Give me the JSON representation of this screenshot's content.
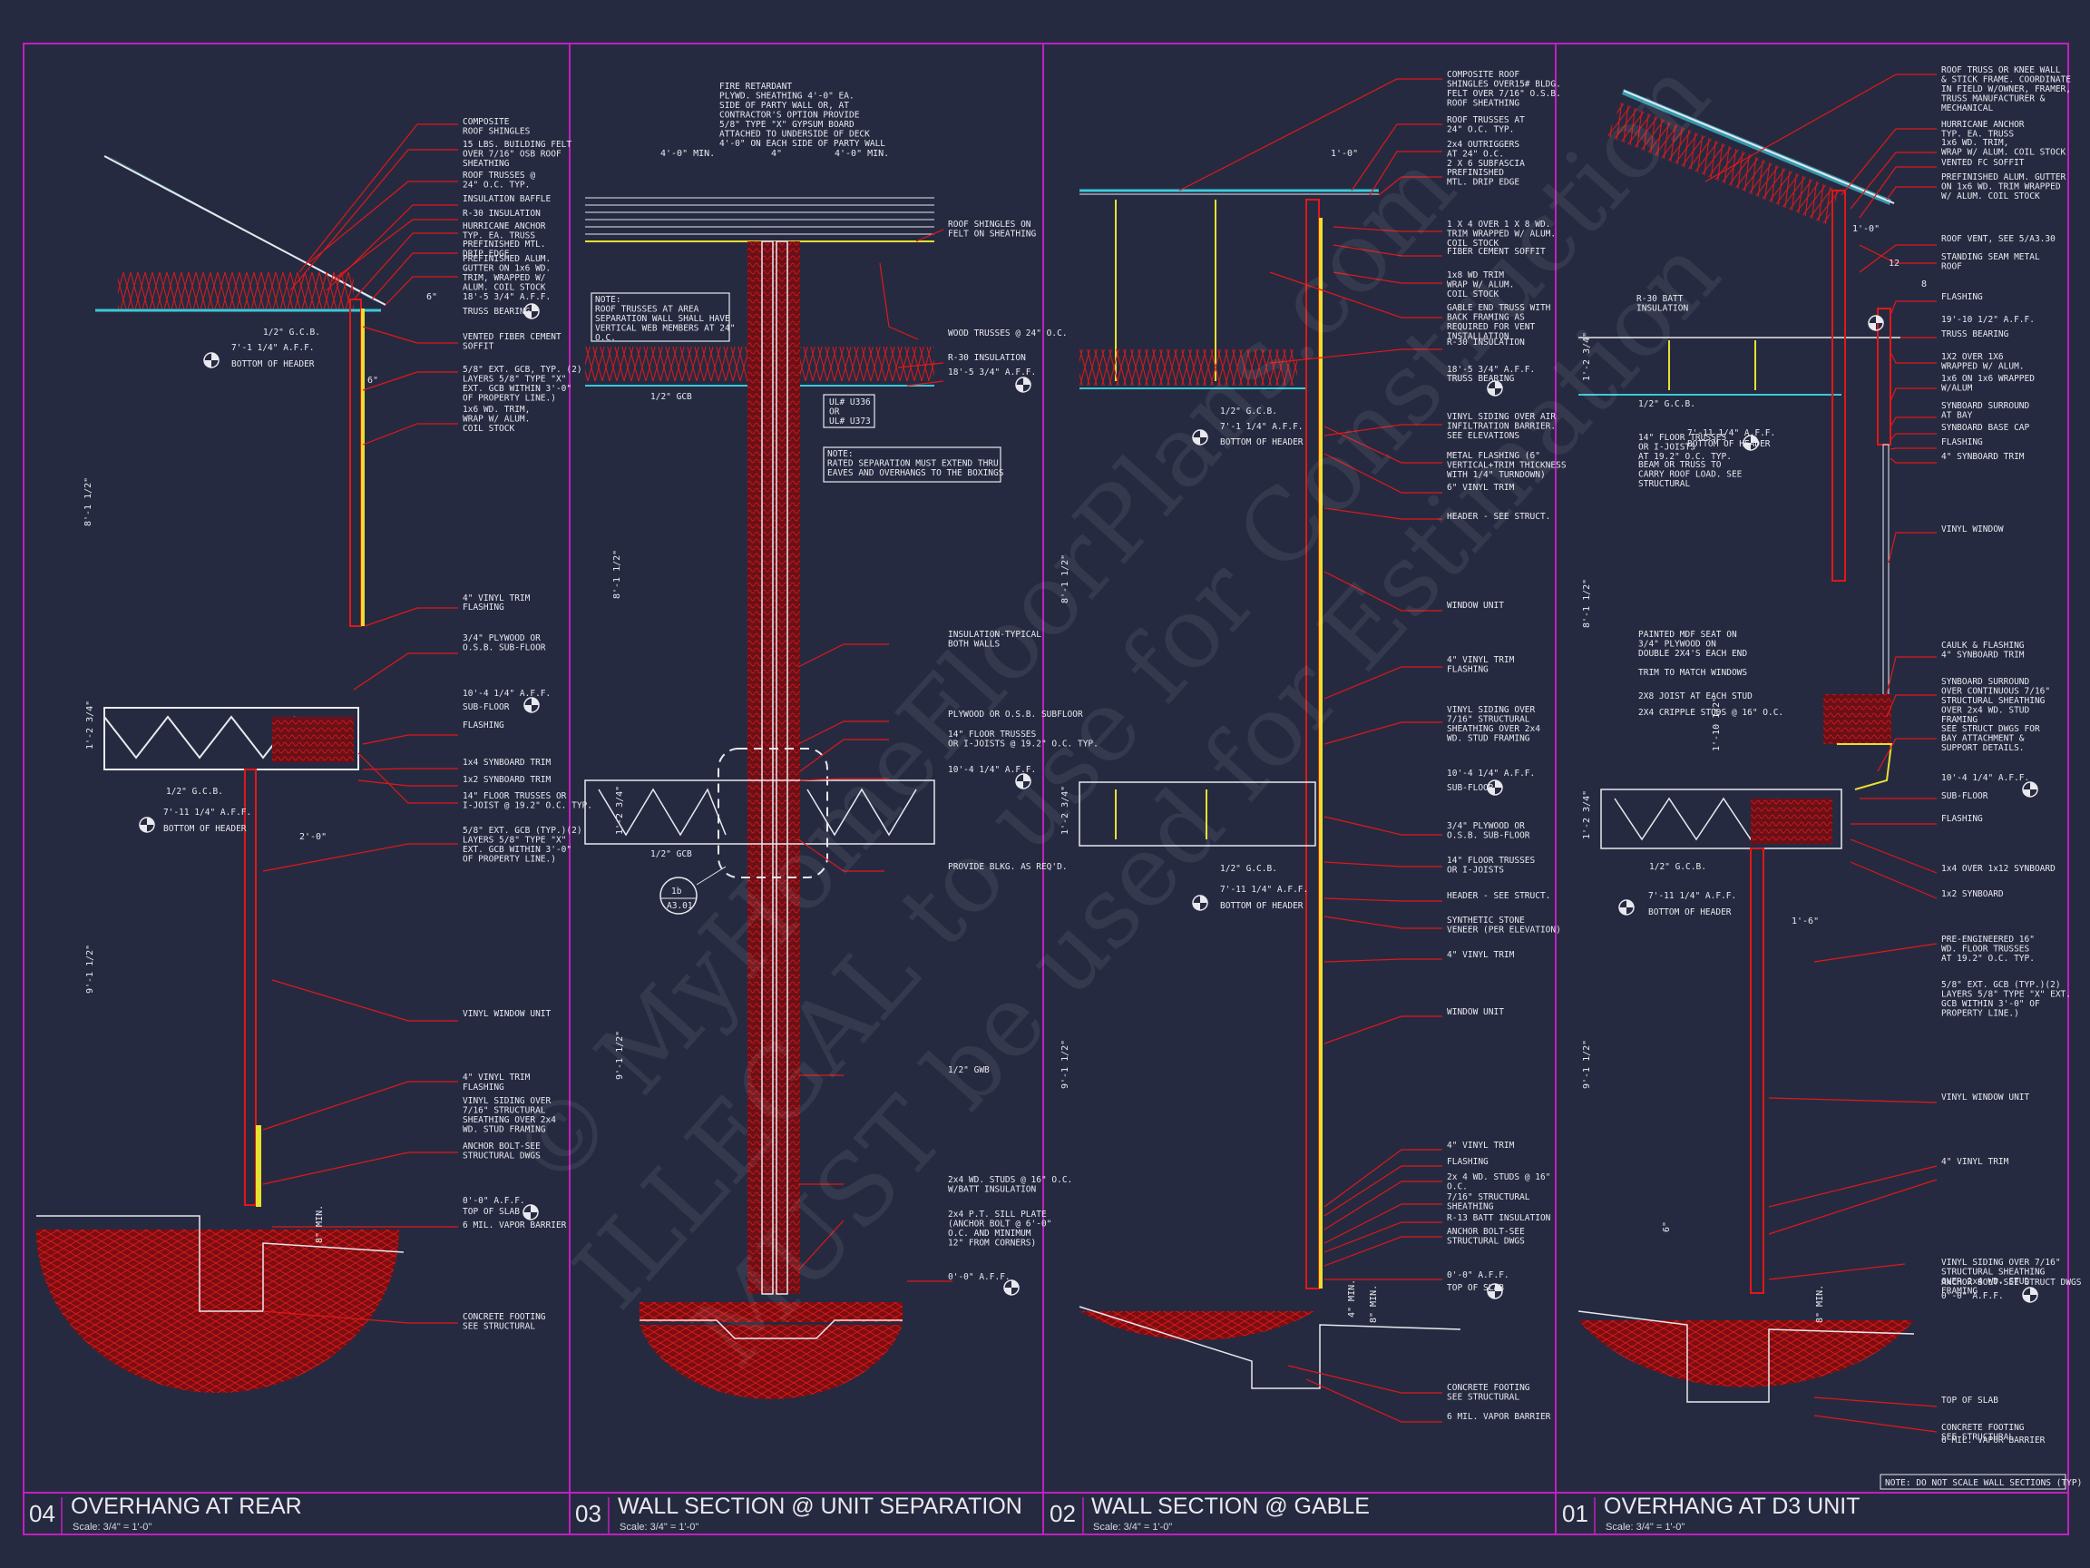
{
  "sheet": {
    "note": "NOTE: DO NOT SCALE WALL SECTIONS (TYP)",
    "watermark_lines": [
      "© MyHomeFloorPlans.com",
      "ILLEGAL to use for Construction",
      "MUST be used for Estimation"
    ]
  },
  "colors": {
    "background": "#262a40",
    "frame": "#c020c0",
    "leader": "#e01818",
    "text": "#e8e8ee",
    "cyan": "#3cc8d8",
    "yellow": "#e8e030"
  },
  "panels": [
    {
      "number": "04",
      "title": "OVERHANG AT REAR",
      "scale": "Scale: 3/4\" = 1'-0\"",
      "labels": [
        "COMPOSITE\nROOF SHINGLES",
        "15 LBS. BUILDING FELT\nOVER 7/16\" OSB ROOF\nSHEATHING",
        "ROOF TRUSSES @\n24\" O.C. TYP.",
        "INSULATION BAFFLE",
        "R-30 INSULATION",
        "HURRICANE ANCHOR\nTYP. EA. TRUSS",
        "PREFINISHED MTL.\nDRIP EDGE",
        "PREFINISHED ALUM.\nGUTTER ON 1x6 WD.\nTRIM, WRAPPED W/\nALUM. COIL STOCK",
        "18'-5 3/4\" A.F.F.",
        "TRUSS BEARING",
        "VENTED FIBER CEMENT\nSOFFIT",
        "5/8\" EXT. GCB, TYP. (2)\nLAYERS 5/8\" TYPE \"X\"\nEXT. GCB WITHIN 3'-0\"\nOF PROPERTY LINE.)",
        "1x6 WD. TRIM,\nWRAP W/ ALUM.\nCOIL STOCK",
        "4\" VINYL TRIM",
        "FLASHING",
        "3/4\" PLYWOOD OR\nO.S.B. SUB-FLOOR",
        "10'-4 1/4\" A.F.F.",
        "SUB-FLOOR",
        "FLASHING",
        "1x4 SYNBOARD TRIM",
        "1x2 SYNBOARD TRIM",
        "14\" FLOOR TRUSSES OR\nI-JOIST @ 19.2\" O.C. TYP.",
        "5/8\" EXT. GCB (TYP.)(2)\nLAYERS 5/8\" TYPE \"X\"\nEXT. GCB WITHIN 3'-0\"\nOF PROPERTY LINE.)",
        "VINYL WINDOW UNIT",
        "4\" VINYL TRIM",
        "FLASHING",
        "VINYL SIDING OVER\n7/16\" STRUCTURAL\nSHEATHING OVER 2x4\nWD. STUD FRAMING",
        "ANCHOR BOLT-SEE\nSTRUCTURAL DWGS",
        "0'-0\" A.F.F.",
        "TOP OF SLAB",
        "6 MIL. VAPOR BARRIER",
        "CONCRETE FOOTING\nSEE STRUCTURAL"
      ],
      "left_labels": [
        "1/2\" G.C.B.",
        "7'-1 1/4\" A.F.F.",
        "BOTTOM OF HEADER",
        "1/2\" G.C.B.",
        "7'-11 1/4\" A.F.F.",
        "BOTTOM OF HEADER"
      ],
      "dims": [
        "8'-1 1/2\"",
        "1'-2 3/4\"",
        "9'-1 1/2\"",
        "2'-0\"",
        "6\"",
        "6\"",
        "8\" MIN."
      ]
    },
    {
      "number": "03",
      "title": "WALL SECTION @ UNIT SEPARATION",
      "scale": "Scale: 3/4\" = 1'-0\"",
      "top_note": "FIRE RETARDANT\nPLYWD. SHEATHING 4'-0\" EA.\nSIDE OF PARTY WALL OR, AT\nCONTRACTOR'S OPTION PROVIDE\n5/8\" TYPE \"X\" GYPSUM BOARD\nATTACHED TO UNDERSIDE OF DECK\n4'-0\" ON EACH SIDE OF PARTY WALL",
      "box_notes": [
        "NOTE:\nROOF TRUSSES AT AREA\nSEPARATION WALL SHALL HAVE\nVERTICAL WEB MEMBERS AT 24\"\nO.C.",
        "UL# U336\nOR\nUL# U373",
        "NOTE:\nRATED SEPARATION MUST EXTEND THRU\nEAVES AND OVERHANGS TO THE BOXINGS"
      ],
      "labels": [
        "ROOF SHINGLES ON\nFELT ON SHEATHING",
        "WOOD TRUSSES @ 24\" O.C.",
        "R-30 INSULATION",
        "18'-5 3/4\" A.F.F.",
        "INSULATION-TYPICAL\nBOTH WALLS",
        "PLYWOOD OR O.S.B. SUBFLOOR",
        "14\" FLOOR TRUSSES\nOR I-JOISTS @ 19.2\" O.C. TYP.",
        "10'-4 1/4\" A.F.F.",
        "PROVIDE BLKG. AS REQ'D.",
        "1/2\" GWB",
        "2x4 WD. STUDS @ 16\" O.C.\nW/BATT INSULATION",
        "2x4 P.T. SILL PLATE\n(ANCHOR BOLT @ 6'-0\"\nO.C. AND MINIMUM\n12\" FROM CORNERS)",
        "0'-0\" A.F.F."
      ],
      "left_labels": [
        "1/2\" GCB",
        "1/2\" GCB"
      ],
      "dims": [
        "4'-0\" MIN.",
        "4\"",
        "4'-0\" MIN.",
        "8'-1 1/2\"",
        "1'-2 3/4\"",
        "9'-1 1/2\""
      ],
      "callout": {
        "top": "1b",
        "bottom": "A3.01"
      }
    },
    {
      "number": "02",
      "title": "WALL SECTION @ GABLE",
      "scale": "Scale: 3/4\" = 1'-0\"",
      "labels": [
        "COMPOSITE ROOF\nSHINGLES OVER15# BLDG.\nFELT OVER 7/16\" O.S.B.\nROOF SHEATHING",
        "ROOF TRUSSES AT\n24\" O.C. TYP.",
        "2x4 OUTRIGGERS\nAT 24\" O.C.\n2 X 6 SUBFASCIA",
        "PREFINISHED\nMTL. DRIP EDGE",
        "1 X 4 OVER 1 X 8 WD.\nTRIM WRAPPED W/ ALUM.\nCOIL STOCK",
        "FIBER CEMENT SOFFIT",
        "1x8 WD TRIM\nWRAP W/ ALUM.\nCOIL STOCK",
        "GABLE END TRUSS WITH\nBACK FRAMING AS\nREQUIRED FOR VENT\nINSTALLATION",
        "R-30 INSULATION",
        "18'-5 3/4\" A.F.F.",
        "TRUSS BEARING",
        "VINYL SIDING OVER AIR\nINFILTRATION BARRIER.\nSEE ELEVATIONS",
        "METAL FLASHING (6\"\nVERTICAL+TRIM THICKNESS\nWITH 1/4\" TURNDOWN)",
        "6\" VINYL TRIM",
        "HEADER - SEE STRUCT.",
        "WINDOW UNIT",
        "4\" VINYL TRIM\nFLASHING",
        "VINYL SIDING OVER\n7/16\" STRUCTURAL\nSHEATHING OVER 2x4\nWD. STUD FRAMING",
        "10'-4 1/4\" A.F.F.",
        "SUB-FLOOR",
        "3/4\" PLYWOOD OR\nO.S.B. SUB-FLOOR",
        "14\" FLOOR TRUSSES\nOR I-JOISTS",
        "HEADER - SEE STRUCT.",
        "SYNTHETIC STONE\nVENEER (PER ELEVATION)",
        "4\" VINYL TRIM",
        "WINDOW UNIT",
        "4\" VINYL TRIM",
        "FLASHING",
        "2x 4 WD. STUDS @ 16\"\nO.C.",
        "7/16\" STRUCTURAL\nSHEATHING",
        "R-13 BATT INSULATION",
        "ANCHOR BOLT-SEE\nSTRUCTURAL DWGS",
        "0'-0\" A.F.F.",
        "TOP OF SLAB",
        "CONCRETE FOOTING\nSEE STRUCTURAL",
        "6 MIL. VAPOR BARRIER"
      ],
      "left_labels": [
        "1/2\" G.C.B.",
        "7'-1 1/4\" A.F.F.",
        "BOTTOM OF HEADER",
        "1/2\" G.C.B.",
        "7'-11 1/4\" A.F.F.",
        "BOTTOM OF HEADER"
      ],
      "dims": [
        "1'-0\"",
        "8'-1 1/2\"",
        "1'-2 3/4\"",
        "9'-1 1/2\"",
        "4\" MIN.",
        "8\" MIN."
      ]
    },
    {
      "number": "01",
      "title": "OVERHANG AT D3 UNIT",
      "scale": "Scale: 3/4\" = 1'-0\"",
      "labels": [
        "ROOF TRUSS OR KNEE WALL\n& STICK FRAME. COORDINATE\nIN FIELD W/OWNER, FRAMER,\nTRUSS MANUFACTURER &\nMECHANICAL",
        "HURRICANE ANCHOR\nTYP. EA. TRUSS",
        "1x6 WD. TRIM,\nWRAP W/ ALUM. COIL STOCK",
        "VENTED FC SOFFIT",
        "PREFINISHED ALUM. GUTTER\nON 1x6 WD. TRIM WRAPPED\nW/ ALUM. COIL STOCK",
        "ROOF VENT, SEE 5/A3.30",
        "STANDING SEAM METAL\nROOF",
        "FLASHING",
        "19'-10 1/2\" A.F.F.",
        "TRUSS BEARING",
        "1X2 OVER 1X6\nWRAPPED W/ ALUM.",
        "1x6 ON 1x6 WRAPPED\nW/ALUM",
        "SYNBOARD SURROUND\nAT BAY",
        "SYNBOARD BASE CAP",
        "FLASHING",
        "4\" SYNBOARD TRIM",
        "VINYL WINDOW",
        "CAULK & FLASHING\n4\" SYNBOARD TRIM",
        "SYNBOARD SURROUND\nOVER CONTINUOUS 7/16\"\nSTRUCTURAL SHEATHING\nOVER 2x4 WD. STUD\nFRAMING",
        "SEE STRUCT DWGS FOR\nBAY ATTACHMENT &\nSUPPORT DETAILS.",
        "10'-4 1/4\" A.F.F.",
        "SUB-FLOOR",
        "FLASHING",
        "1x4 OVER 1x12 SYNBOARD",
        "1x2 SYNBOARD",
        "PRE-ENGINEERED 16\"\nWD. FLOOR TRUSSES\nAT 19.2\" O.C. TYP.",
        "5/8\" EXT. GCB (TYP.)(2)\nLAYERS 5/8\" TYPE \"X\" EXT.\nGCB WITHIN 3'-0\" OF\nPROPERTY LINE.)",
        "VINYL WINDOW UNIT",
        "4\" VINYL TRIM",
        "VINYL SIDING OVER 7/16\"\nSTRUCTURAL SHEATHING\nOVER 2x4 WD. STUD\nFRAMING",
        "ANCHOR BOLT-SEE STRUCT DWGS",
        "0'-0\" A.F.F.",
        "TOP OF SLAB",
        "CONCRETE FOOTING\nSEE STRUCTURAL",
        "6 MIL. VAPOR BARRIER"
      ],
      "left_labels": [
        "R-30 BATT\nINSULATION",
        "1/2\" G.C.B.",
        "14\" FLOOR TRUSSES\nOR I-JOISTS\nAT 19.2\" O.C. TYP.",
        "7'-11 1/4\" A.F.F.",
        "BOTTOM OF HEADER",
        "BEAM OR TRUSS TO\nCARRY ROOF LOAD. SEE\nSTRUCTURAL",
        "PAINTED MDF SEAT ON\n3/4\" PLYWOOD ON\nDOUBLE 2X4'S EACH END",
        "TRIM TO MATCH WINDOWS",
        "2X8 JOIST AT EACH STUD",
        "2X4 CRIPPLE STUDS @ 16\" O.C.",
        "1/2\" G.C.B.",
        "7'-11 1/4\" A.F.F.",
        "BOTTOM OF HEADER"
      ],
      "dims": [
        "1'-0\"",
        "12",
        "8",
        "1'-2 3/4\"",
        "8'-1 1/2\"",
        "1'-10 1/2\"",
        "1'-2 3/4\"",
        "9'-1 1/2\"",
        "1'-6\"",
        "6\"",
        "8\" MIN."
      ]
    }
  ]
}
